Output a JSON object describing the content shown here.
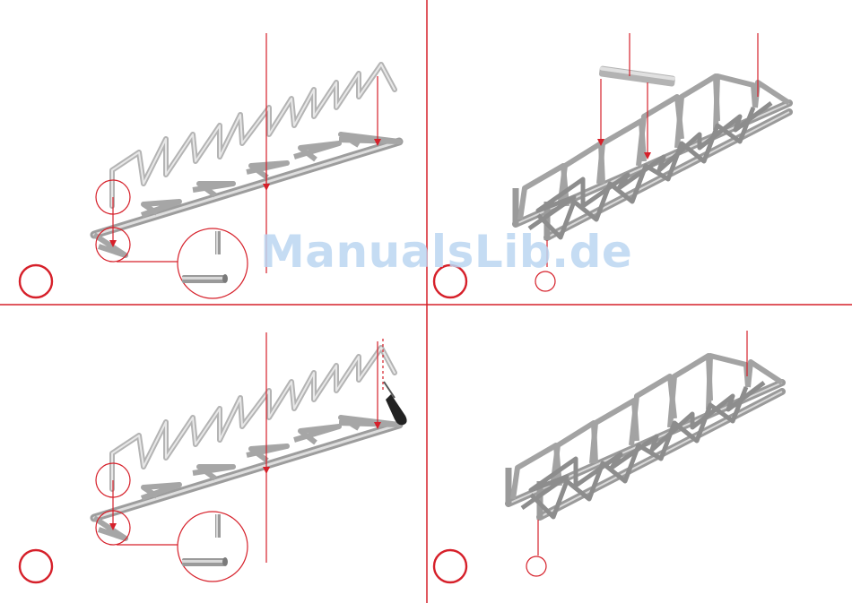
{
  "watermark": "ManualsLib.de",
  "colors": {
    "accent": "#d6202a",
    "rod": "#a9a9a9",
    "rod_light": "#cfcfcf",
    "rod_dark": "#7a7a7a",
    "tool": "#222222"
  },
  "panels": [
    {
      "step": "",
      "content": "truss-assembly-zigzag-insert-pins"
    },
    {
      "step": "",
      "content": "truss-assembly-add-top-rail"
    },
    {
      "step": "",
      "content": "truss-assembly-zigzag-with-screwdriver"
    },
    {
      "step": "",
      "content": "truss-assembly-complete"
    }
  ]
}
